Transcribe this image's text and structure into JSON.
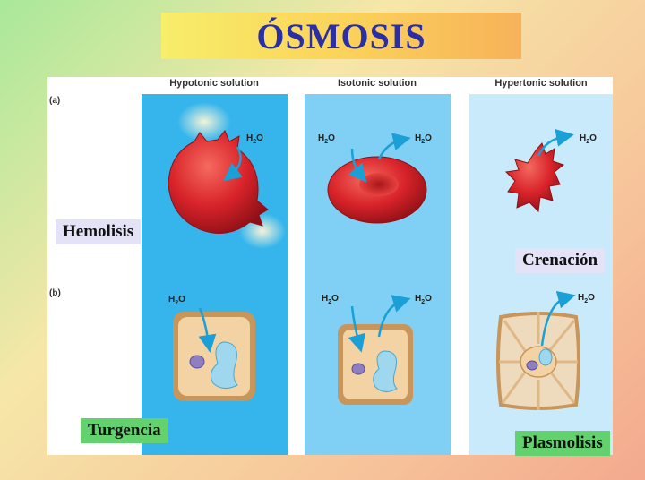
{
  "title": "ÓSMOSIS",
  "columns": [
    "Hypotonic solution",
    "Isotonic solution",
    "Hypertonic solution"
  ],
  "rows": [
    "(a)",
    "(b)"
  ],
  "water": {
    "prefix": "H",
    "sub": "2",
    "suffix": "O"
  },
  "labels": {
    "hemolisis": "Hemolisis",
    "crenacion": "Crenación",
    "turgencia": "Turgencia",
    "plasmolisis": "Plasmolisis"
  },
  "colors": {
    "hypotonic_bg": "#35b5ec",
    "isotonic_bg": "#7fd0f4",
    "hypertonic_bg": "#c8eafa",
    "cell_red": "#d8232a",
    "arrow": "#1a9fd6"
  }
}
